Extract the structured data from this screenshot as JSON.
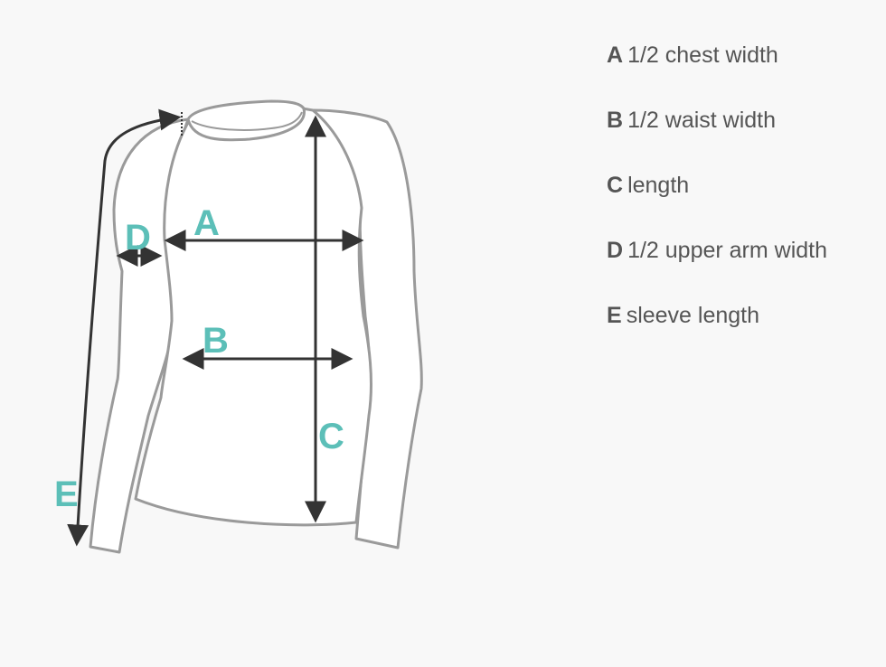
{
  "diagram": {
    "markers": {
      "a": "A",
      "b": "B",
      "c": "C",
      "d": "D",
      "e": "E"
    },
    "colors": {
      "marker": "#5cbfb8",
      "outline": "#9a9a9a",
      "arrow": "#333333",
      "shirt_fill": "#ffffff",
      "background": "#f8f8f8"
    }
  },
  "legend": {
    "items": [
      {
        "key": "A",
        "label": "1/2 chest width"
      },
      {
        "key": "B",
        "label": "1/2 waist width"
      },
      {
        "key": "C",
        "label": "length"
      },
      {
        "key": "D",
        "label": "1/2 upper arm width"
      },
      {
        "key": "E",
        "label": "sleeve length"
      }
    ]
  }
}
